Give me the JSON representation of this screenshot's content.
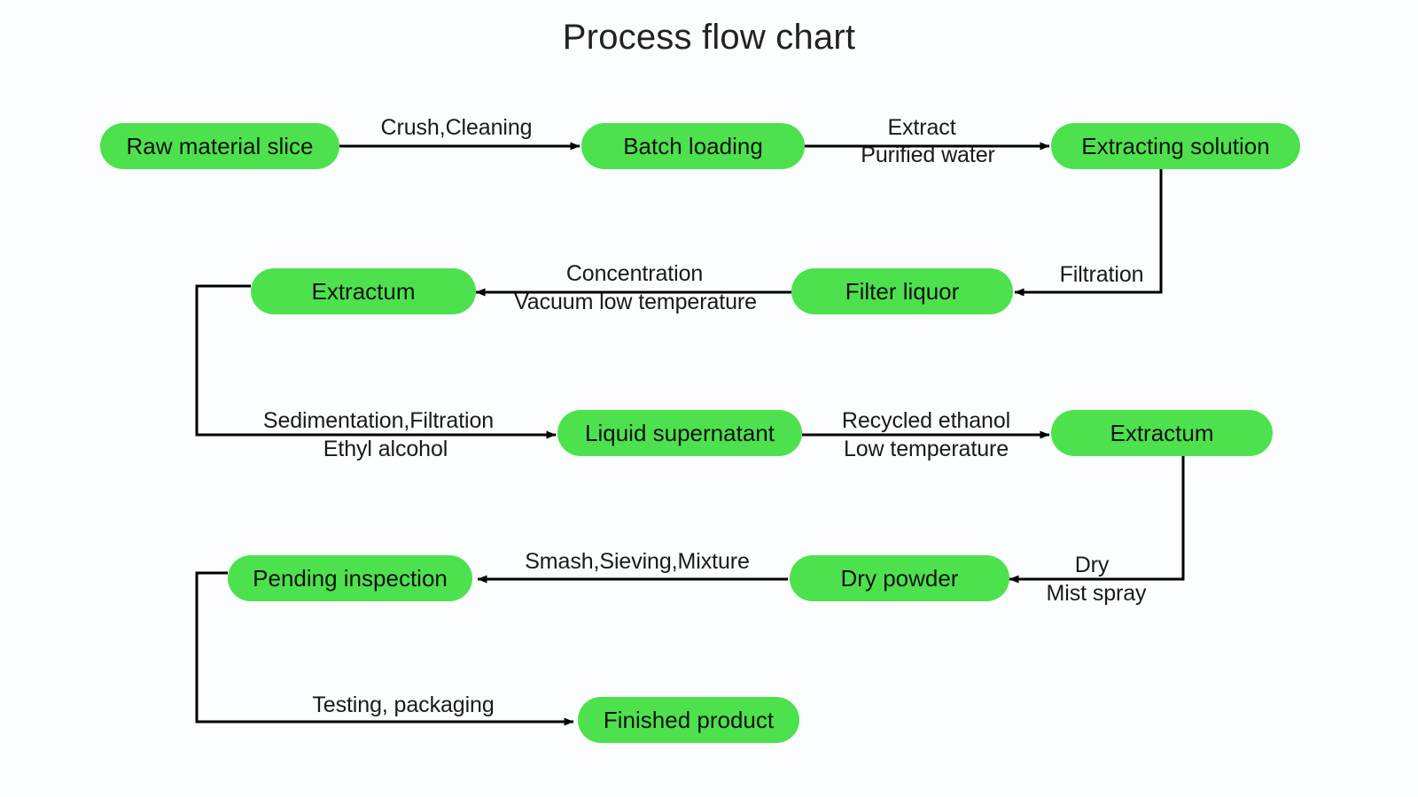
{
  "title": "Process flow chart",
  "colors": {
    "node_fill": "#4de24d",
    "node_text": "#111111",
    "connector": "#000000",
    "background": "#fbfdfe",
    "label_text": "#1a1a1a"
  },
  "nodes": [
    {
      "id": "raw-material-slice",
      "label": "Raw material slice"
    },
    {
      "id": "batch-loading",
      "label": "Batch loading"
    },
    {
      "id": "extracting-solution",
      "label": "Extracting solution"
    },
    {
      "id": "extractum-1",
      "label": "Extractum"
    },
    {
      "id": "filter-liquor",
      "label": "Filter liquor"
    },
    {
      "id": "liquid-supernatant",
      "label": "Liquid supernatant"
    },
    {
      "id": "extractum-2",
      "label": "Extractum"
    },
    {
      "id": "pending-inspection",
      "label": "Pending inspection"
    },
    {
      "id": "dry-powder",
      "label": "Dry powder"
    },
    {
      "id": "finished-product",
      "label": "Finished product"
    }
  ],
  "edges": [
    {
      "id": "raw-to-batch",
      "from": "raw-material-slice",
      "to": "batch-loading",
      "above": "Crush,Cleaning",
      "below": ""
    },
    {
      "id": "batch-to-extracting",
      "from": "batch-loading",
      "to": "extracting-solution",
      "above": "Extract",
      "below": "Purified water"
    },
    {
      "id": "extracting-to-filter",
      "from": "extracting-solution",
      "to": "filter-liquor",
      "above": "Filtration",
      "below": ""
    },
    {
      "id": "filter-to-extractum",
      "from": "filter-liquor",
      "to": "extractum-1",
      "above": "Concentration",
      "below": "Vacuum low temperature"
    },
    {
      "id": "extractum-to-liquid",
      "from": "extractum-1",
      "to": "liquid-supernatant",
      "above": "Sedimentation,Filtration",
      "below": "Ethyl alcohol"
    },
    {
      "id": "liquid-to-extractum2",
      "from": "liquid-supernatant",
      "to": "extractum-2",
      "above": "Recycled ethanol",
      "below": "Low temperature"
    },
    {
      "id": "extractum2-to-dry",
      "from": "extractum-2",
      "to": "dry-powder",
      "above": "Dry",
      "below": "Mist spray"
    },
    {
      "id": "dry-to-pending",
      "from": "dry-powder",
      "to": "pending-inspection",
      "above": "Smash,Sieving,Mixture",
      "below": ""
    },
    {
      "id": "pending-to-finished",
      "from": "pending-inspection",
      "to": "finished-product",
      "above": "Testing, packaging",
      "below": ""
    }
  ]
}
